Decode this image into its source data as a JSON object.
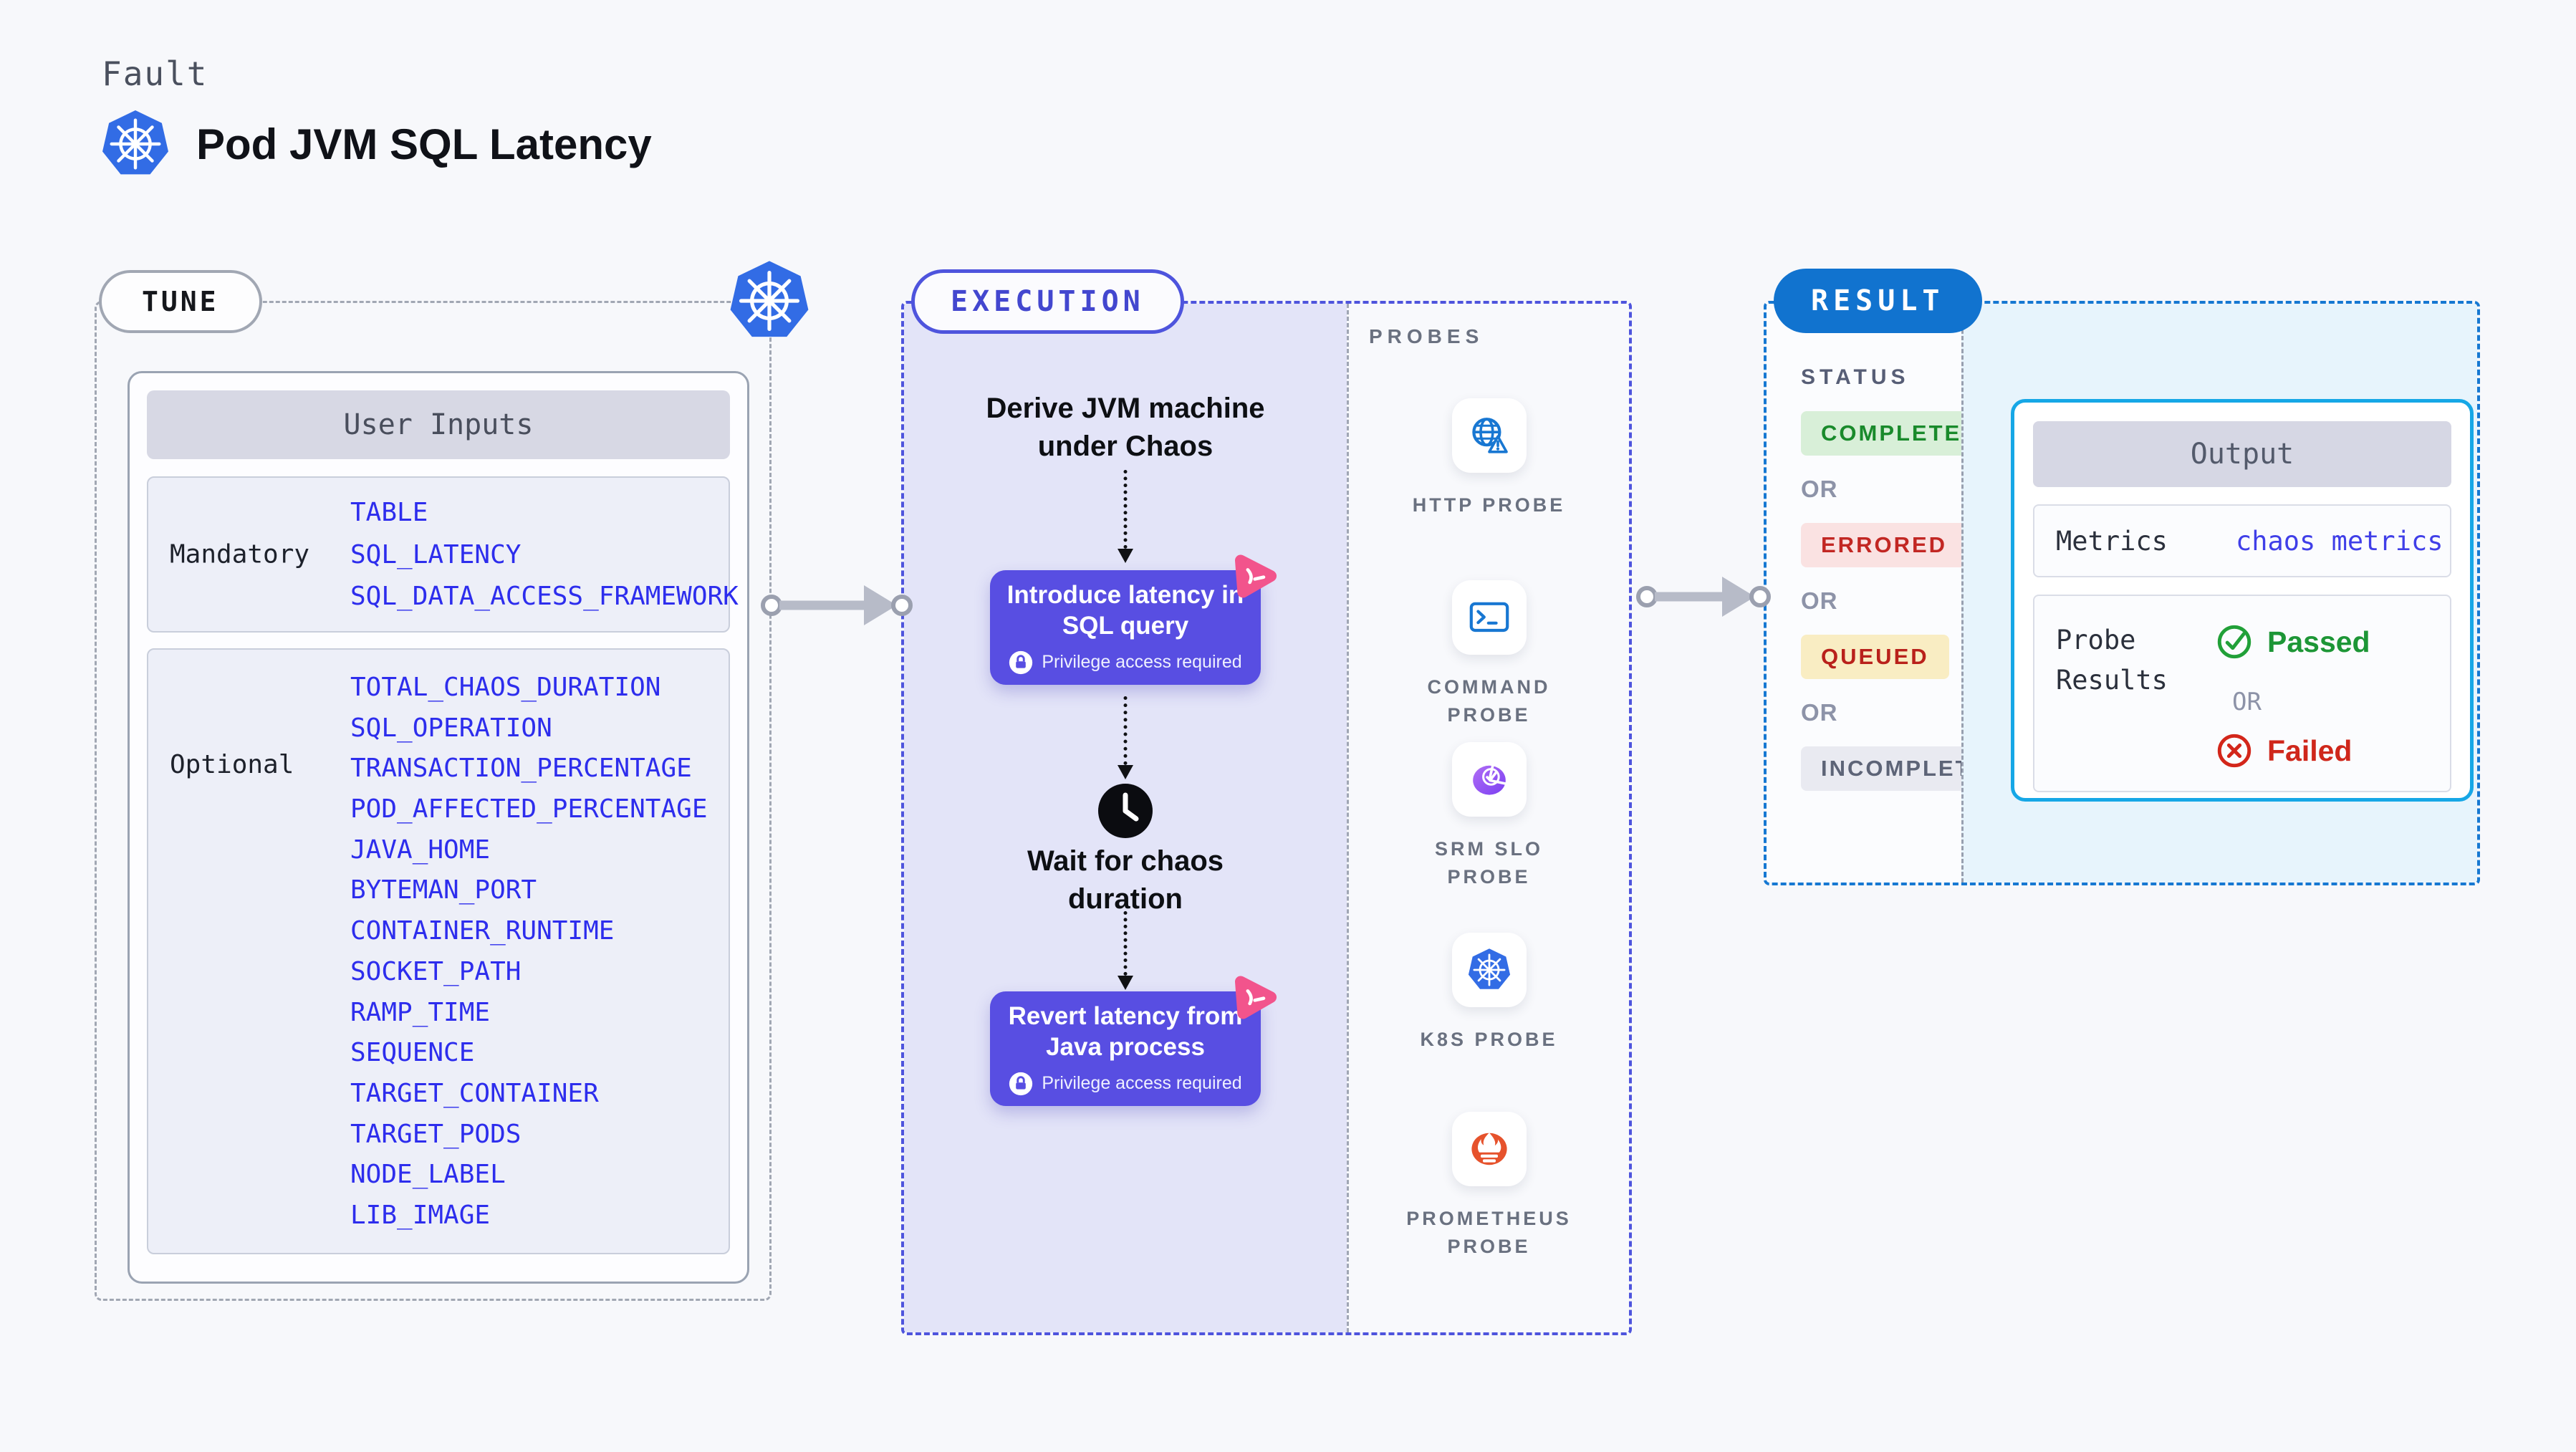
{
  "header": {
    "kicker": "Fault",
    "title": "Pod JVM SQL Latency"
  },
  "tune": {
    "label": "TUNE",
    "user_inputs": {
      "title": "User Inputs",
      "rows": [
        {
          "label": "Mandatory",
          "values": [
            "TABLE",
            "SQL_LATENCY",
            "SQL_DATA_ACCESS_FRAMEWORK"
          ]
        },
        {
          "label": "Optional",
          "values": [
            "TOTAL_CHAOS_DURATION",
            "SQL_OPERATION",
            "TRANSACTION_PERCENTAGE",
            "POD_AFFECTED_PERCENTAGE",
            "JAVA_HOME",
            "BYTEMAN_PORT",
            "CONTAINER_RUNTIME",
            "SOCKET_PATH",
            "RAMP_TIME",
            "SEQUENCE",
            "TARGET_CONTAINER",
            "TARGET_PODS",
            "NODE_LABEL",
            "LIB_IMAGE"
          ]
        }
      ]
    }
  },
  "execution": {
    "label": "EXECUTION",
    "derive_title": "Derive JVM machine under Chaos",
    "inject": {
      "title": "Introduce latency in SQL query",
      "note": "Privilege access required"
    },
    "wait_title": "Wait for chaos duration",
    "revert": {
      "title": "Revert latency from Java process",
      "note": "Privilege access required"
    }
  },
  "probes": {
    "label": "PROBES",
    "items": [
      {
        "name": "HTTP PROBE",
        "icon": "http-probe-icon"
      },
      {
        "name": "COMMAND PROBE",
        "icon": "command-probe-icon"
      },
      {
        "name": "SRM SLO PROBE",
        "icon": "srm-slo-probe-icon"
      },
      {
        "name": "K8S PROBE",
        "icon": "k8s-probe-icon"
      },
      {
        "name": "PROMETHEUS PROBE",
        "icon": "prometheus-probe-icon"
      }
    ]
  },
  "result": {
    "label": "RESULT",
    "status_label": "STATUS",
    "or_label": "OR",
    "statuses": [
      "COMPLETED",
      "ERRORED",
      "QUEUED",
      "INCOMPLETED"
    ],
    "output": {
      "title": "Output",
      "metrics_label": "Metrics",
      "metrics_value": "chaos metrics",
      "probe_results_label": "Probe Results",
      "passed_label": "Passed",
      "or_label": "OR",
      "failed_label": "Failed"
    }
  },
  "colors": {
    "page_bg": "#f7f8fb",
    "k8s_blue": "#326ce5",
    "execution_purple": "#4e54dd",
    "action_purple": "#584ee2",
    "litmus_pink": "#f2548c",
    "lavender_bg": "#e3e4f8",
    "result_blue": "#1173cf",
    "result_cyan_bg": "#e7f4fc",
    "output_border_cyan": "#16a7e6",
    "probe_icon_blue": "#1877d2",
    "srm_purple": "#8b46f0",
    "prometheus_orange": "#e6522c",
    "success_green": "#1d9636",
    "error_red": "#cf271b",
    "completed_bg": "#d8efd8",
    "errored_bg": "#fae2e2",
    "queued_bg": "#f9edc3",
    "incompleted_bg": "#e9eaf1",
    "value_blue": "#2d2ded"
  }
}
